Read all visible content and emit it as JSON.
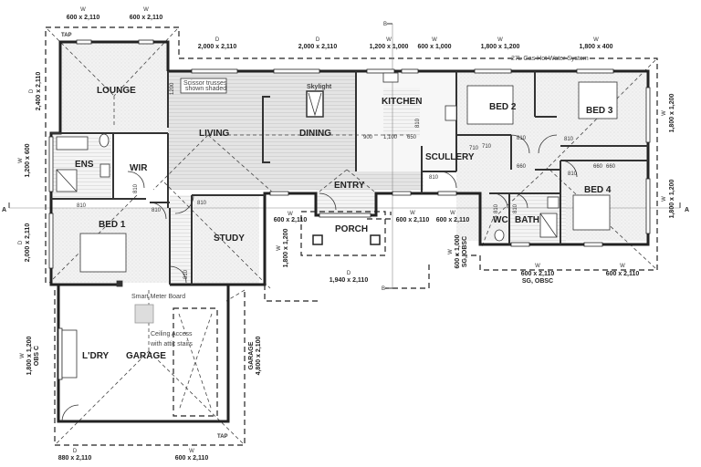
{
  "rooms": {
    "lounge": "LOUNGE",
    "living": "LIVING",
    "dining": "DINING",
    "kitchen": "KITCHEN",
    "scullery": "SCULLERY",
    "bed2": "BED 2",
    "bed3": "BED 3",
    "bed4": "BED 4",
    "ens": "ENS",
    "wir": "WIR",
    "bed1": "BED 1",
    "study": "STUDY",
    "entry": "ENTRY",
    "porch": "PORCH",
    "wc": "WC",
    "bath": "BATH",
    "laundry": "L'DRY",
    "garage": "GARAGE"
  },
  "notes": {
    "scissor_trusses_1": "Scissor trusses",
    "scissor_trusses_2": "shown shaded",
    "skylight": "Skylight",
    "hot_water": "27L Gas Hot Water System",
    "smart_meter": "Smart Meter Board",
    "ceiling_access_1": "Ceiling Access",
    "ceiling_access_2": "with attic stairs",
    "tap_top": "TAP",
    "tap_bottom": "TAP",
    "section_a": "A",
    "section_b": "B"
  },
  "windows_top": [
    {
      "type": "W",
      "size": "600 x 2,110"
    },
    {
      "type": "W",
      "size": "600 x 2,110"
    },
    {
      "type": "D",
      "size": "2,000 x 2,110"
    },
    {
      "type": "D",
      "size": "2,000 x 2,110"
    },
    {
      "type": "W",
      "size": "1,200 x 1,000"
    },
    {
      "type": "W",
      "size": "600 x 1,000"
    },
    {
      "type": "W",
      "size": "1,800 x 1,200"
    },
    {
      "type": "W",
      "size": "1,800 x 400"
    }
  ],
  "windows_left": [
    {
      "type": "D",
      "size": "2,400 x 2,110"
    },
    {
      "type": "W",
      "size": "1,200 x 600"
    },
    {
      "type": "D",
      "size": "2,000 x 2,110"
    },
    {
      "type": "W",
      "size": "1,800 x 1,200",
      "note": "OBS C"
    }
  ],
  "windows_right": [
    {
      "type": "W",
      "size": "1,800 x 1,200"
    },
    {
      "type": "W",
      "size": "1,800 x 1,200"
    }
  ],
  "windows_mid": [
    {
      "type": "W",
      "size": "600 x 2,110"
    },
    {
      "type": "W",
      "size": "1,800 x 1,200"
    },
    {
      "type": "D",
      "size": "1,940 x 2,110"
    },
    {
      "type": "W",
      "size": "600 x 2,110"
    },
    {
      "type": "W",
      "size": "600 x 2,110"
    },
    {
      "type": "W",
      "size": "600 x 1,000",
      "note": "SG, OBSC"
    },
    {
      "type": "W",
      "size": "600 x 2,110",
      "note": "SG, OBSC"
    },
    {
      "type": "W",
      "size": "600 x 2,110"
    }
  ],
  "windows_bottom": [
    {
      "type": "D",
      "size": "880 x 2,110"
    },
    {
      "type": "W",
      "size": "600 x 2,110"
    }
  ],
  "garage_door": {
    "type": "GARAGE",
    "size": "4,800 x 2,100"
  },
  "door_sizes": {
    "d810": "810",
    "d710": "710",
    "d660": "660",
    "d900": "900",
    "d1100": "1,100",
    "d650": "650",
    "d1200": "1200"
  }
}
